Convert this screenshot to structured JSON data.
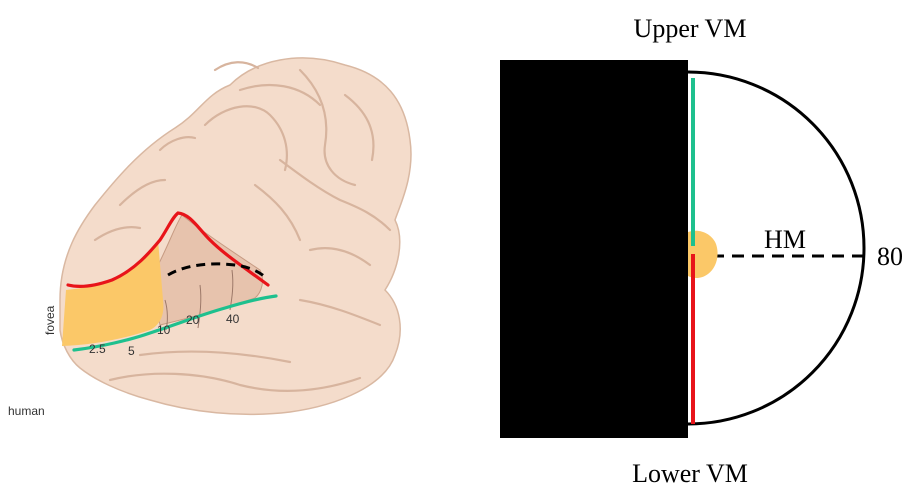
{
  "brain_panel": {
    "fovea_label": "fovea",
    "species_label": "human",
    "eccentricity_labels": [
      "2.5",
      "5",
      "10",
      "20",
      "40"
    ]
  },
  "field_panel": {
    "upper_label": "Upper VM",
    "lower_label": "Lower VM",
    "hm_label": "HM",
    "max_eccentricity_label": "80"
  },
  "colors": {
    "upper_boundary": "#e8141a",
    "lower_boundary": "#1ec08e",
    "foveal_region": "#fbc868",
    "masked_field": "#000000",
    "brain_tissue": "#f4dccb"
  }
}
